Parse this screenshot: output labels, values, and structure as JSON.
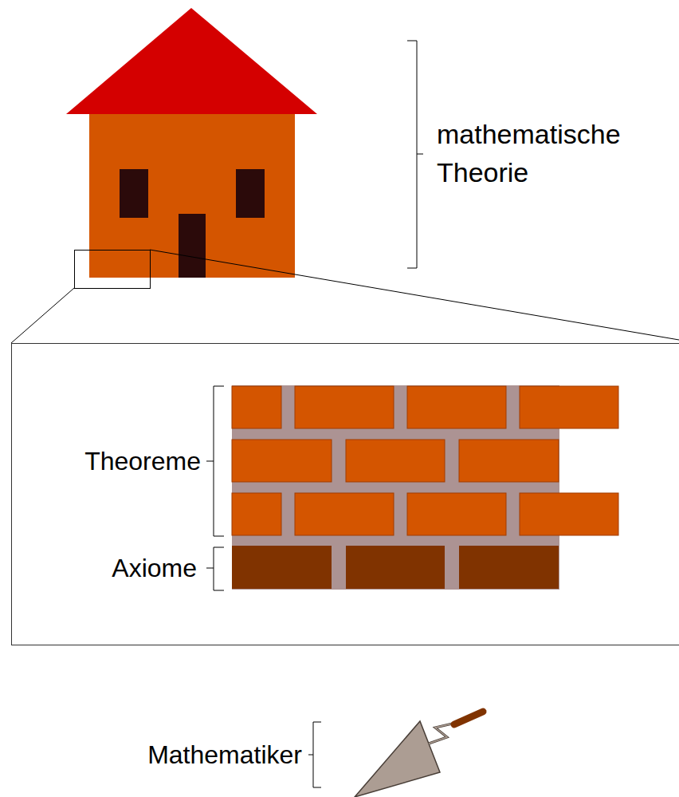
{
  "diagram": {
    "labels": [
      "mathematische Theorie",
      "Theoreme",
      "Axiome",
      "Mathematiker"
    ]
  }
}
